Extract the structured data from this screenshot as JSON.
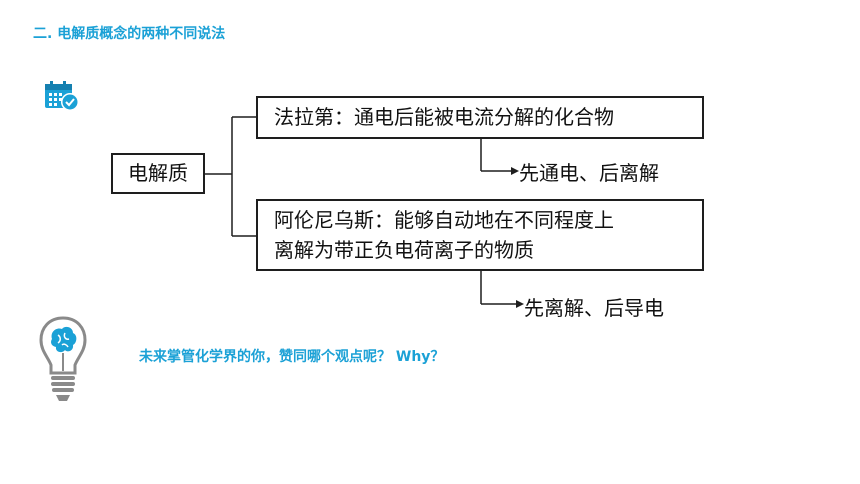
{
  "section": {
    "title": "二. 电解质概念的两种不同说法"
  },
  "icons": {
    "calendar": "calendar-check-icon",
    "bulb": "lightbulb-brain-icon"
  },
  "colors": {
    "accent": "#1ba1d6"
  },
  "diagram": {
    "root": "电解质",
    "branch1": {
      "text": "法拉第：通电后能被电流分解的化合物",
      "note": "先通电、后离解"
    },
    "branch2": {
      "line1": "阿伦尼乌斯：能够自动地在不同程度上",
      "line2": "离解为带正负电荷离子的物质",
      "note": "先离解、后导电"
    }
  },
  "question": "未来掌管化学界的你，赞同哪个观点呢？ Why？"
}
